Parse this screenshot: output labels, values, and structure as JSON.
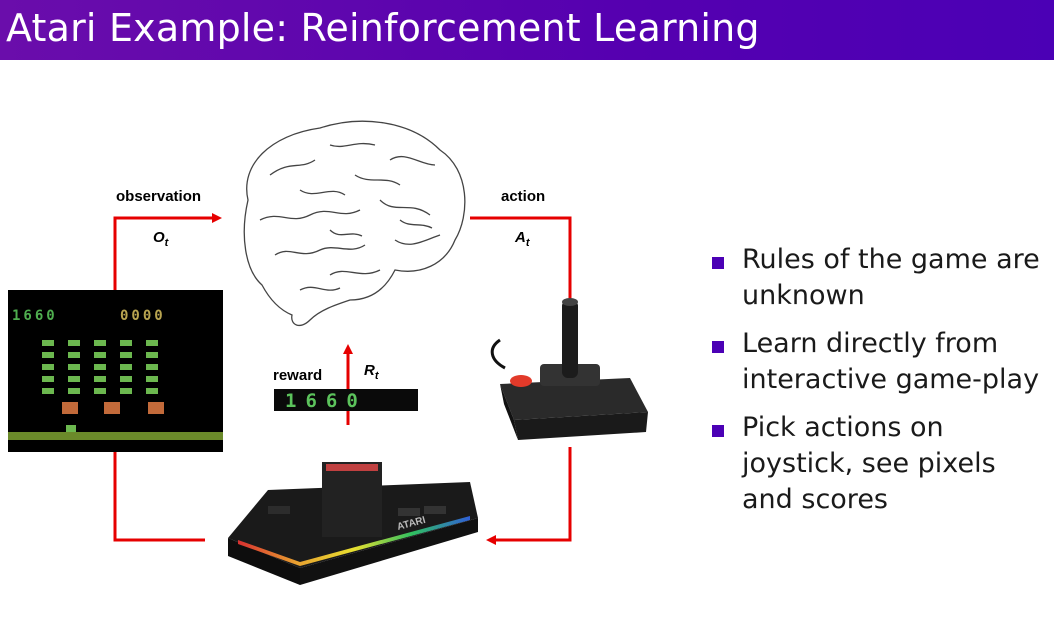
{
  "slide": {
    "title": "Atari Example: Reinforcement Learning"
  },
  "diagram": {
    "observation_label": "observation",
    "observation_symbol": "O",
    "observation_subscript": "t",
    "action_label": "action",
    "action_symbol": "A",
    "action_subscript": "t",
    "reward_label": "reward",
    "reward_symbol": "R",
    "reward_subscript": "t",
    "screen_score_left": "1660",
    "screen_score_right": "0000",
    "reward_score": "1660",
    "console_brand": "ATARI",
    "arrow_color": "#e60000"
  },
  "bullets": [
    "Rules of the game are unknown",
    "Learn directly from interactive game-play",
    "Pick actions on joystick, see pixels and scores"
  ],
  "colors": {
    "title_bar": "#5500b0",
    "bullet_marker": "#4b00b5"
  }
}
